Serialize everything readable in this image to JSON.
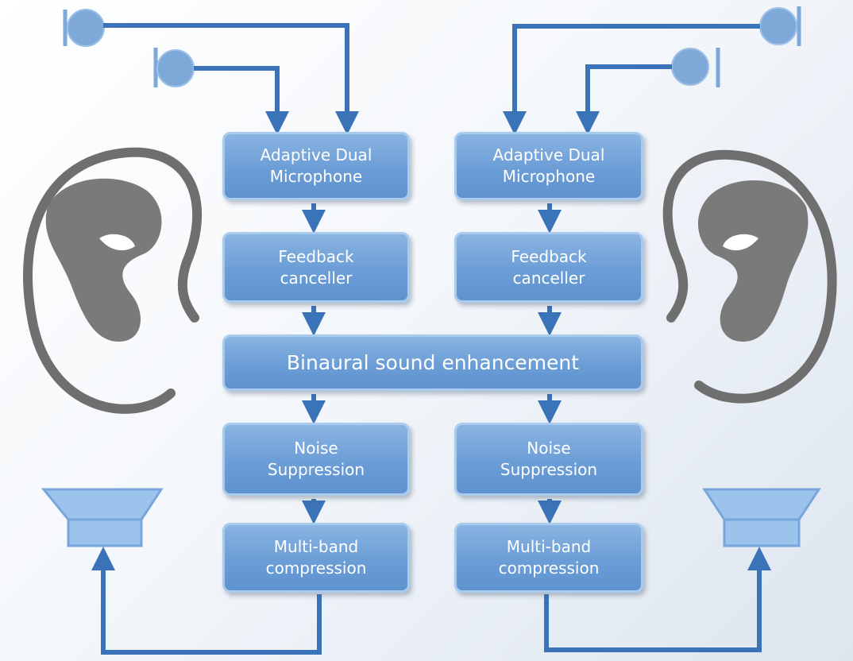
{
  "blocks": {
    "left_adaptive_mic": "Adaptive Dual\nMicrophone",
    "right_adaptive_mic": "Adaptive Dual\nMicrophone",
    "left_feedback": "Feedback\ncanceller",
    "right_feedback": "Feedback\ncanceller",
    "binaural": "Binaural sound enhancement",
    "left_noise": "Noise\nSuppression",
    "right_noise": "Noise\nSuppression",
    "left_compression": "Multi-band\ncompression",
    "right_compression": "Multi-band\ncompression"
  },
  "colors": {
    "block_fill": "#6b9dd6",
    "block_border": "#a9cbee",
    "line": "#3a73b8",
    "microphone": "#7ea8d8",
    "speaker": "#9cc3ec",
    "ear": "#7a7a7a"
  },
  "icons": [
    "microphone-icon",
    "ear-icon",
    "speaker-icon",
    "arrow-icon"
  ]
}
